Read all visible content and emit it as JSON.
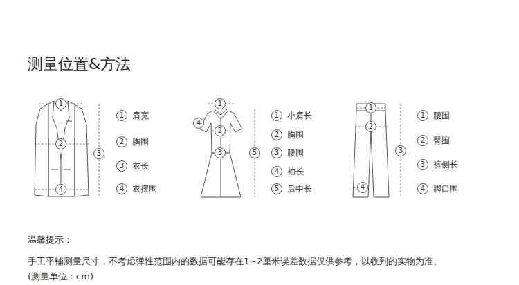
{
  "diagram": {
    "title": "测量位置&方法",
    "labels": [
      "1",
      "2",
      "3",
      "4",
      "1",
      "肩宽",
      "2",
      "胸围",
      "3",
      "衣长",
      "4",
      "衣摆围",
      "1",
      "4",
      "2",
      "3",
      "5",
      "1",
      "小肩长",
      "2",
      "胸围",
      "3",
      "腰围",
      "4",
      "袖长",
      "5",
      "后中长",
      "1",
      "2",
      "3",
      "4",
      "1",
      "腰围",
      "2",
      "臀围",
      "3",
      "裤侧长",
      "4",
      "脚口围",
      "温馨提示：",
      "手工平铺测量尺寸，不考虑弹性范围内的数据可能存在1~2厘米误差数据仅供参考，以收到的实物为准。",
      "(测量单位：cm)"
    ]
  }
}
